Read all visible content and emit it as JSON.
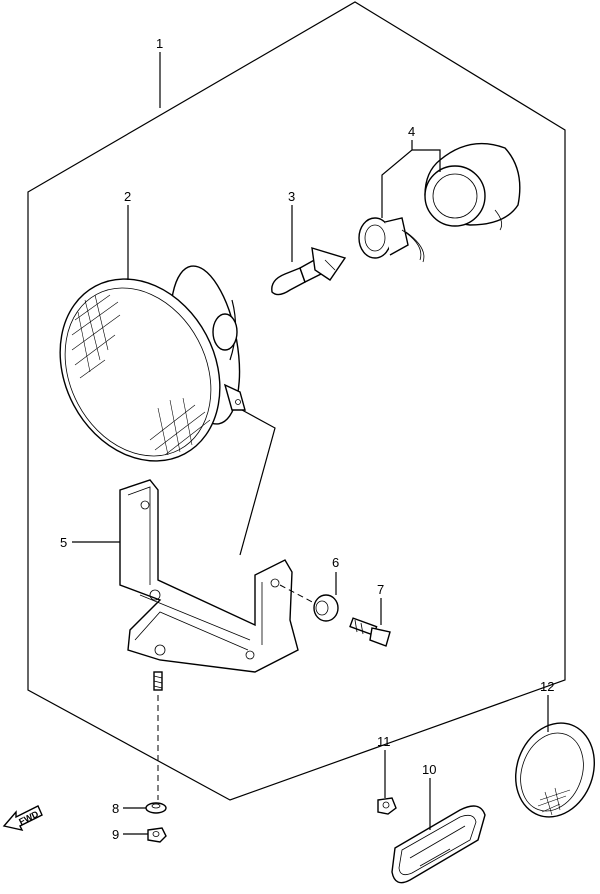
{
  "callouts": [
    {
      "id": "1",
      "label": "1"
    },
    {
      "id": "2",
      "label": "2"
    },
    {
      "id": "3",
      "label": "3"
    },
    {
      "id": "4",
      "label": "4"
    },
    {
      "id": "5",
      "label": "5"
    },
    {
      "id": "6",
      "label": "6"
    },
    {
      "id": "7",
      "label": "7"
    },
    {
      "id": "8",
      "label": "8"
    },
    {
      "id": "9",
      "label": "9"
    },
    {
      "id": "10",
      "label": "10"
    },
    {
      "id": "11",
      "label": "11"
    },
    {
      "id": "12",
      "label": "12"
    }
  ],
  "direction_marker": {
    "label": "FWD",
    "icon": "arrow-down-left-icon"
  }
}
